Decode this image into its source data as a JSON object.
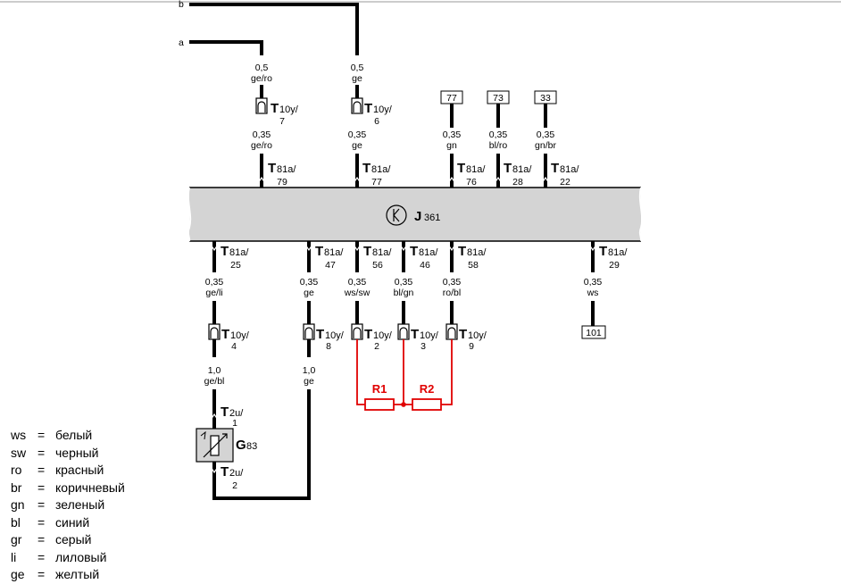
{
  "wire_refs": {
    "a": "a",
    "b": "b"
  },
  "module": {
    "label": "J",
    "sub": "361"
  },
  "top_pins": [
    {
      "gauge1": "0,5",
      "color1": "ge/ro",
      "conn": "T",
      "connsub": "10y/",
      "pin": "7",
      "gauge2": "0,35",
      "color2": "ge/ro",
      "t81pin": "79"
    },
    {
      "gauge1": "0,5",
      "color1": "ge",
      "conn": "T",
      "connsub": "10y/",
      "pin": "6",
      "gauge2": "0,35",
      "color2": "ge",
      "t81pin": "77"
    },
    {
      "box": "77",
      "gauge2": "0,35",
      "color2": "gn",
      "t81pin": "76"
    },
    {
      "box": "73",
      "gauge2": "0,35",
      "color2": "bl/ro",
      "t81pin": "28"
    },
    {
      "box": "33",
      "gauge2": "0,35",
      "color2": "gn/br",
      "t81pin": "22"
    }
  ],
  "t81": {
    "letter": "T",
    "sub": "81a/"
  },
  "t10": {
    "letter": "T",
    "sub": "10y/"
  },
  "t2u": {
    "letter": "T",
    "sub": "2u/"
  },
  "bottom_pins": [
    {
      "t81pin": "25",
      "gauge": "0,35",
      "color": "ge/li",
      "t10pin": "4",
      "gauge2": "1,0",
      "color2": "ge/bl"
    },
    {
      "t81pin": "47",
      "gauge": "0,35",
      "color": "ge",
      "t10pin": "8",
      "gauge2": "1,0",
      "color2": "ge"
    },
    {
      "t81pin": "56",
      "gauge": "0,35",
      "color": "ws/sw",
      "t10pin": "2"
    },
    {
      "t81pin": "46",
      "gauge": "0,35",
      "color": "bl/gn",
      "t10pin": "3"
    },
    {
      "t81pin": "58",
      "gauge": "0,35",
      "color": "ro/bl",
      "t10pin": "9"
    },
    {
      "t81pin": "29",
      "gauge": "0,35",
      "color": "ws",
      "box": "101"
    }
  ],
  "resistors": {
    "r1": "R1",
    "r2": "R2"
  },
  "sensor": {
    "label": "G",
    "sub": "83",
    "pin_top": "1",
    "pin_bottom": "2"
  },
  "legend": [
    {
      "code": "ws",
      "eq": "=",
      "name": "белый"
    },
    {
      "code": "sw",
      "eq": "=",
      "name": "черный"
    },
    {
      "code": "ro",
      "eq": "=",
      "name": "красный"
    },
    {
      "code": "br",
      "eq": "=",
      "name": "коричневый"
    },
    {
      "code": "gn",
      "eq": "=",
      "name": "зеленый"
    },
    {
      "code": "bl",
      "eq": "=",
      "name": "синий"
    },
    {
      "code": "gr",
      "eq": "=",
      "name": "серый"
    },
    {
      "code": "li",
      "eq": "=",
      "name": "лиловый"
    },
    {
      "code": "ge",
      "eq": "=",
      "name": "желтый"
    }
  ]
}
